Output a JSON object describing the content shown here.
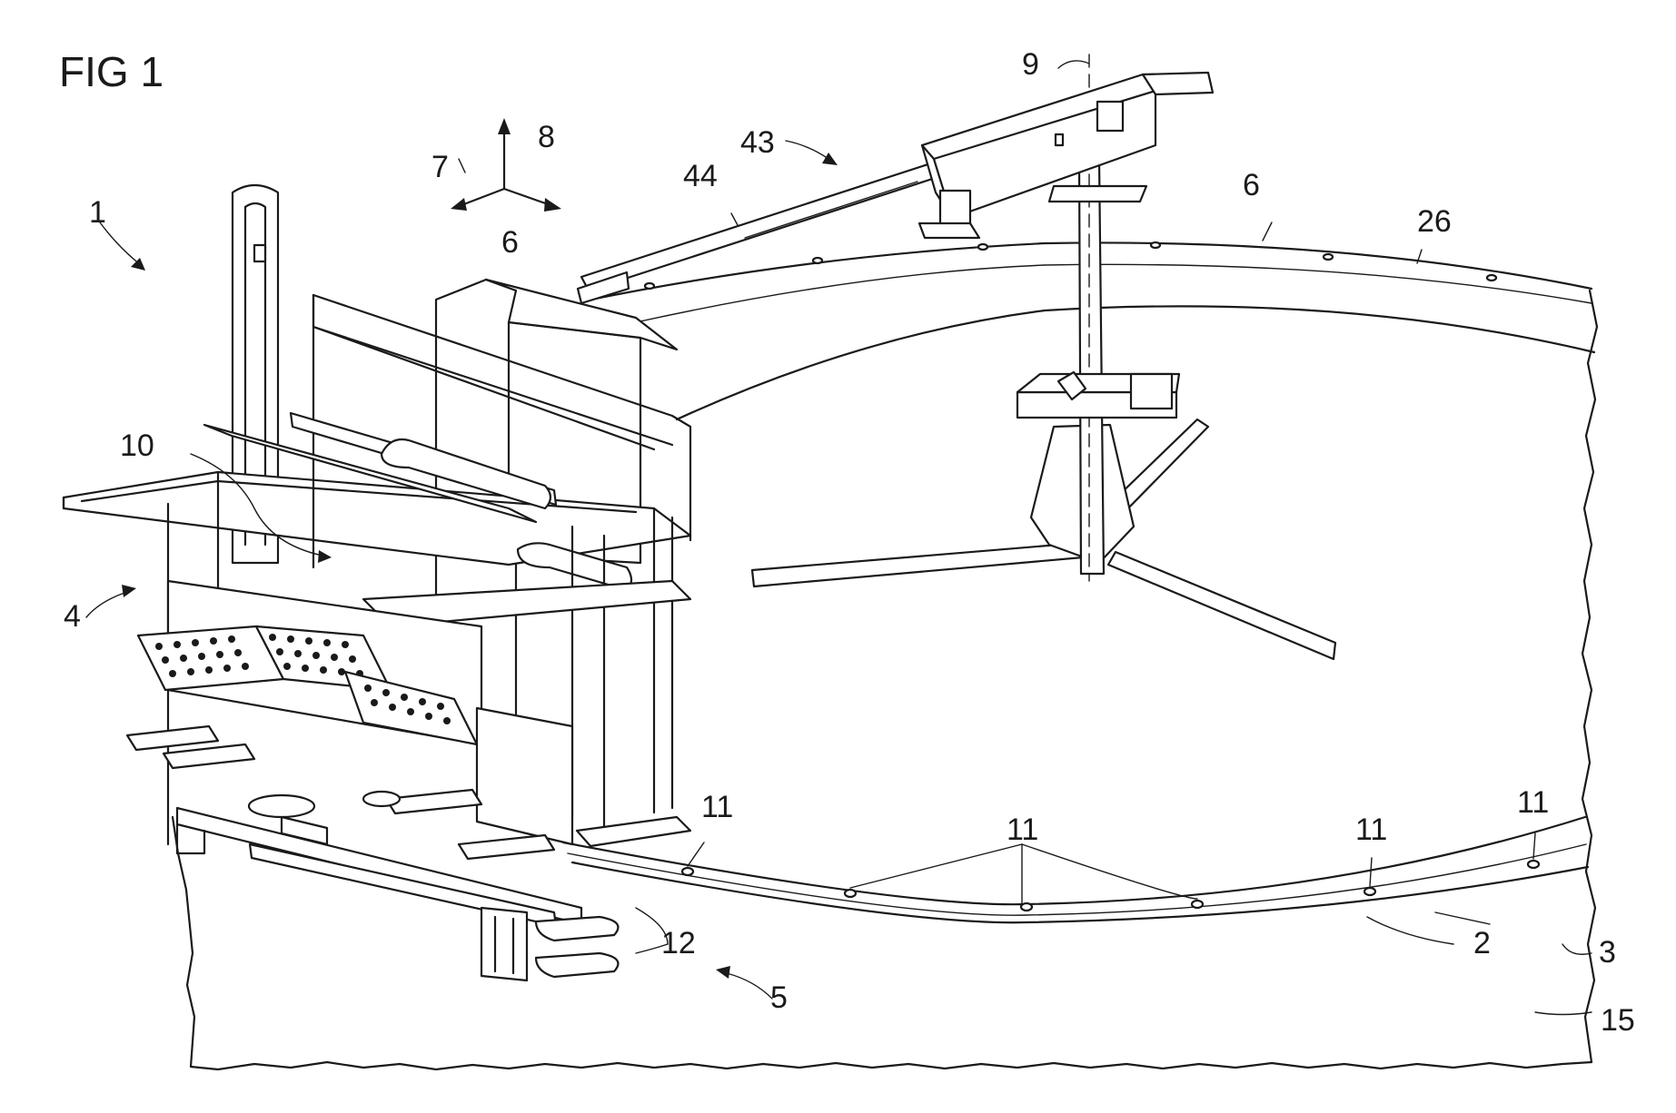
{
  "figure": {
    "title": "FIG 1"
  },
  "labels": {
    "l1": "1",
    "l2": "2",
    "l3": "3",
    "l4": "4",
    "l5": "5",
    "l6a": "6",
    "l6b": "6",
    "l7": "7",
    "l8": "8",
    "l9": "9",
    "l10": "10",
    "l11a": "11",
    "l11b": "11",
    "l11c": "11",
    "l11d": "11",
    "l12": "12",
    "l15": "15",
    "l26": "26",
    "l43": "43",
    "l44": "44"
  },
  "colors": {
    "ink": "#1a1a1a",
    "paper": "#ffffff"
  }
}
